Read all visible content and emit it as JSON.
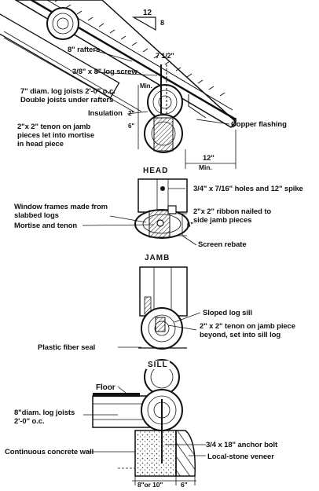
{
  "labels": {
    "slope_rise": "12",
    "slope_run": "8",
    "rafters": "8\" rafters",
    "rafter_space": "7 1/2\"",
    "log_screw": "3/8\" x 8\" log screw",
    "joists_top": "7\" diam. log joists 2'-0\" o.c.\nDouble joists under rafters",
    "min_vertical": "Min.",
    "insulation": "Insulation",
    "dim_2": "2\"",
    "dim_6": "6\"",
    "tenon_head": "2\"x 2\" tenon on jamb\npieces let into mortise\nin head piece",
    "copper": "Copper flashing",
    "overhang": "12\"",
    "overhang_min": "Min.",
    "holes": "3/4\" x 7/16\" holes and 12\" spike",
    "window_frames": "Window frames made from\nslabbed logs",
    "ribbon": "2\"x 2\" ribbon nailed to\nside jamb pieces",
    "mortise": "Mortise and tenon",
    "jamb_dim": "6\"",
    "screen": "Screen rebate",
    "sloped_sill": "Sloped log sill",
    "tenon_sill": "2\" x 2\" tenon on jamb piece\nbeyond, set into sill log",
    "plastic": "Plastic fiber seal",
    "floor": "Floor",
    "joists_bottom": "8\"diam. log joists\n2'-0\" o.c.",
    "anchor": "3/4 x 18\" anchor bolt",
    "concrete": "Continuous concrete wall",
    "veneer": "Local-stone veneer",
    "wall_dim": "8\"or 10\"",
    "veneer_dim": "6\""
  },
  "sections": {
    "head": "HEAD",
    "jamb": "JAMB",
    "sill": "SILL"
  }
}
